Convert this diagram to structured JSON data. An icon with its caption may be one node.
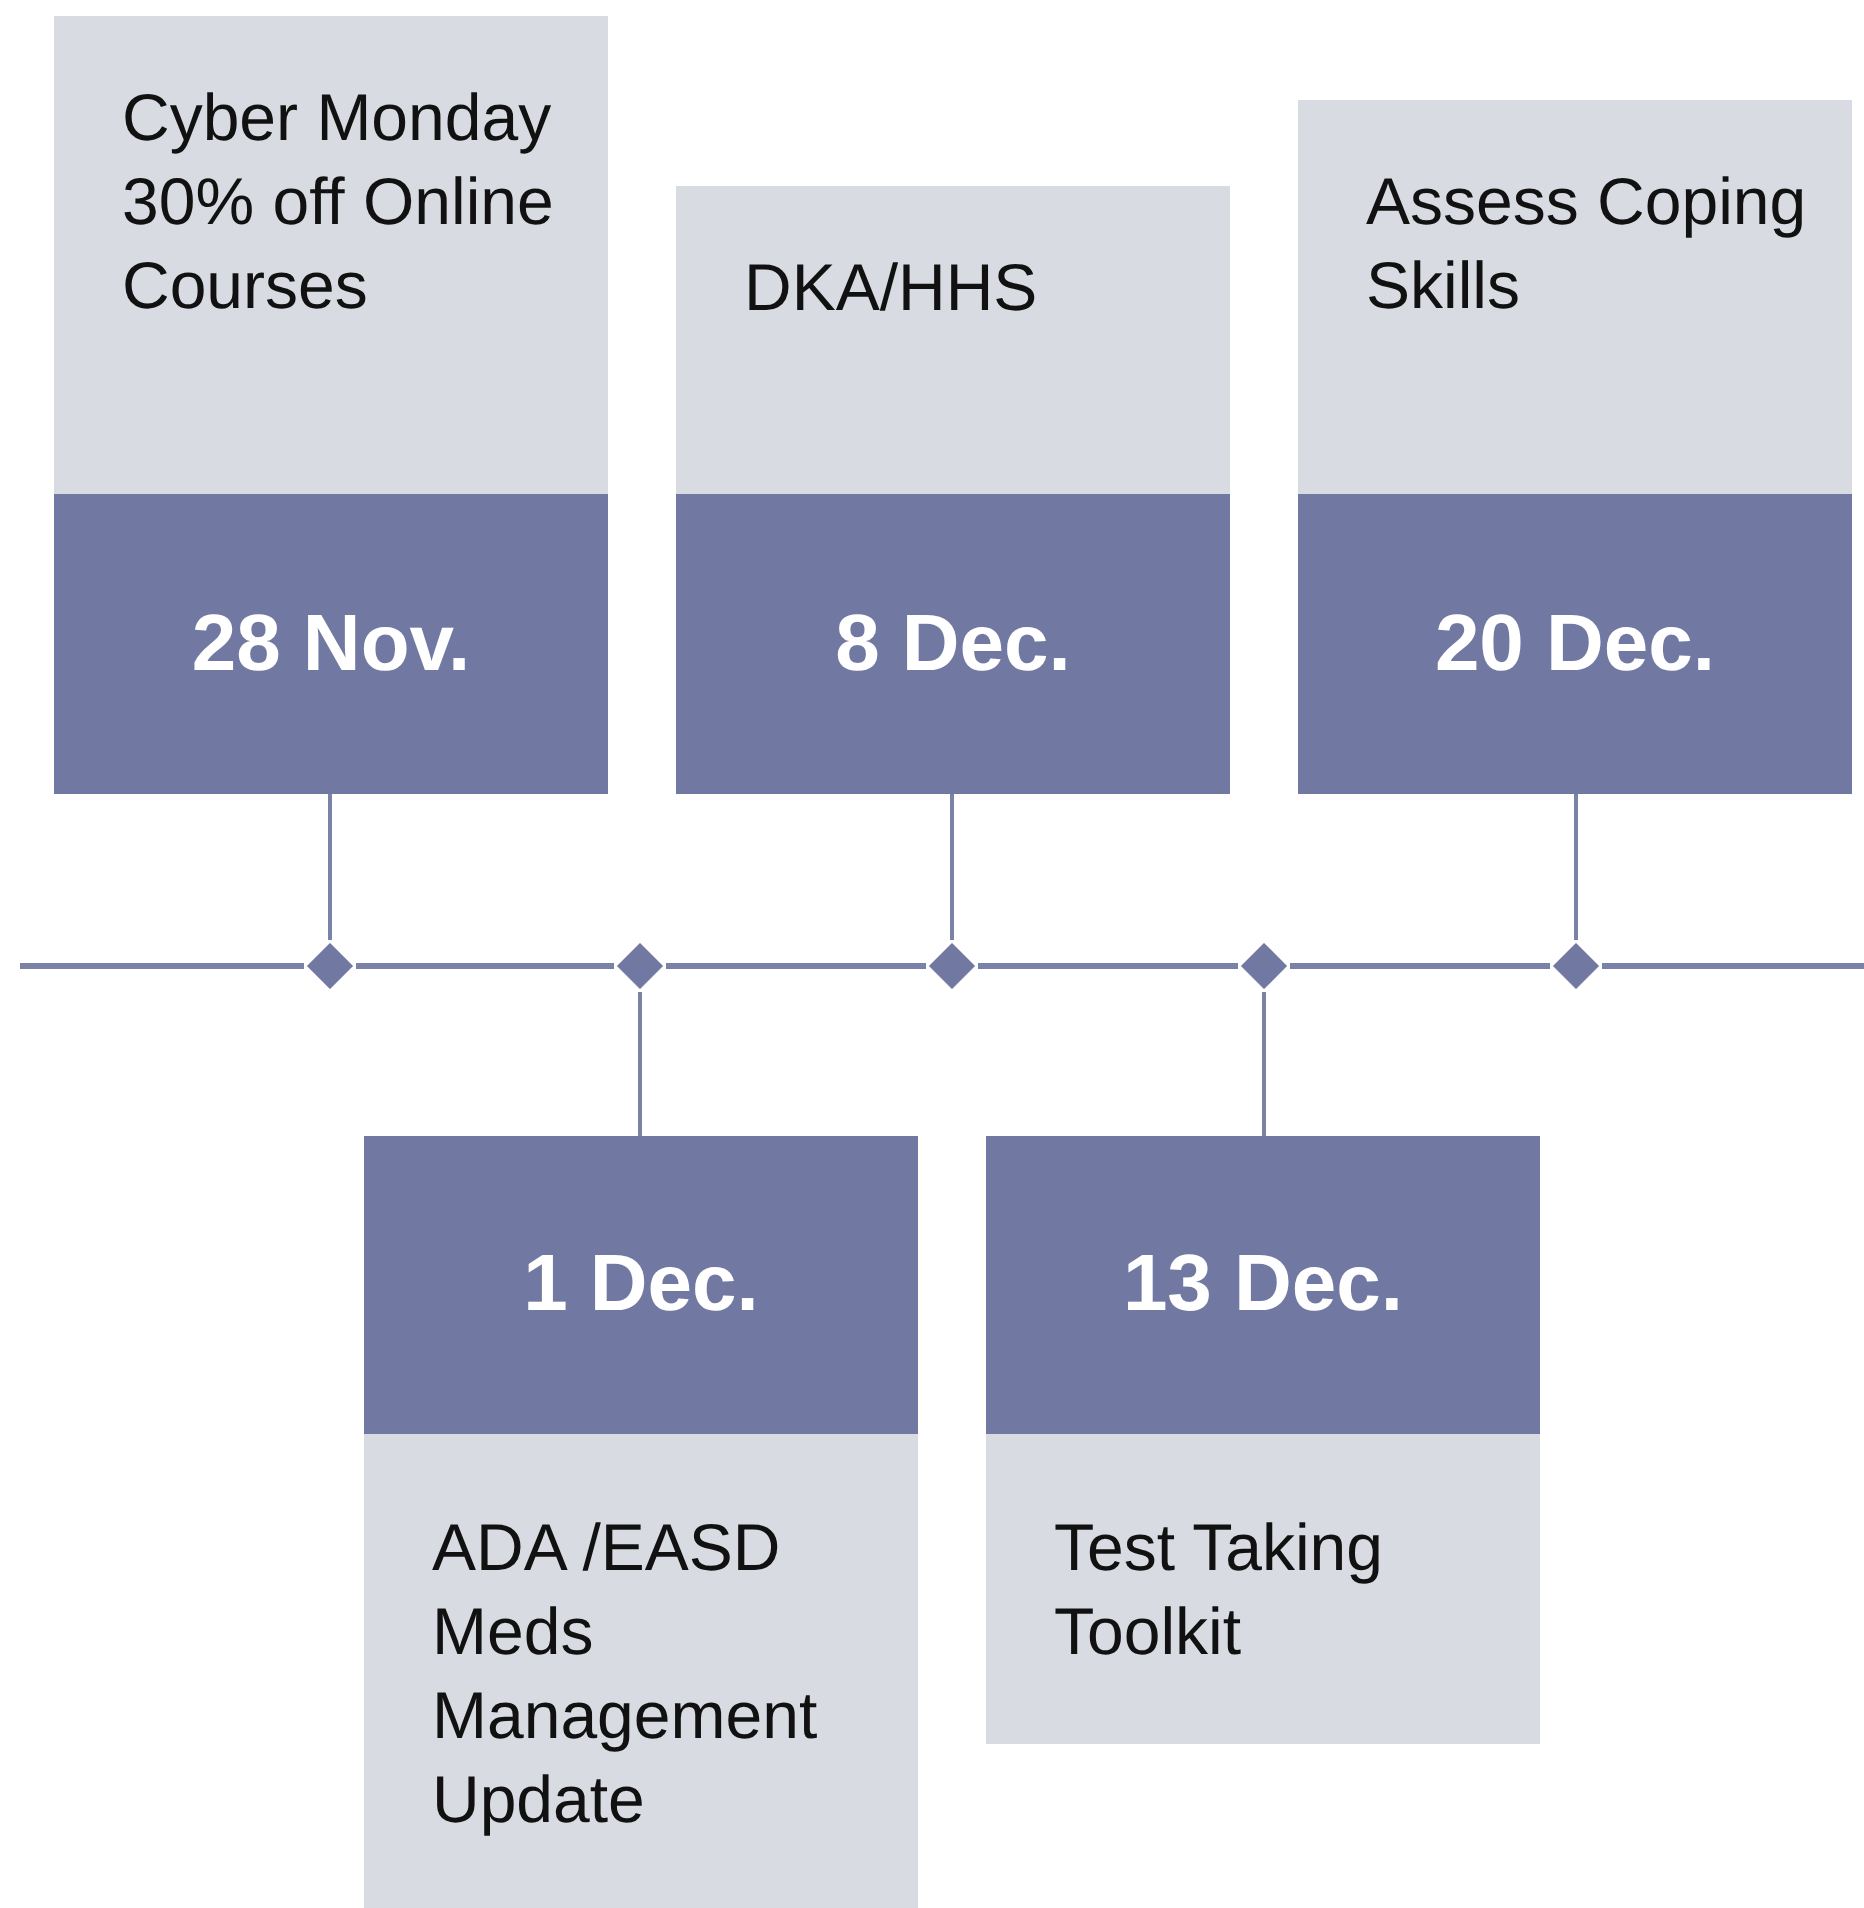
{
  "diagram": {
    "nodes": [
      {
        "text": [
          "Cyber Monday 30% off Online Courses",
          "28 Nov."
        ]
      },
      {
        "text": [
          "DKA/HHS",
          "8 Dec."
        ]
      },
      {
        "text": [
          "Assess Coping Skills",
          "20 Dec."
        ]
      },
      {
        "text": [],
        "shape": "diamond"
      },
      {
        "text": [],
        "shape": "diamond"
      },
      {
        "text": [],
        "shape": "diamond"
      },
      {
        "text": [],
        "shape": "diamond"
      },
      {
        "text": [],
        "shape": "diamond"
      },
      {
        "text": [
          "1 Dec.",
          "ADA /EASD Meds Management Update"
        ]
      },
      {
        "text": [
          "13 Dec.",
          "Test Taking Toolkit"
        ]
      }
    ],
    "edges": [
      {
        "from": 0,
        "to": 3,
        "arrow": "none"
      },
      {
        "from": 8,
        "to": 4,
        "arrow": "none"
      },
      {
        "from": 1,
        "to": 5,
        "arrow": "none"
      },
      {
        "from": 9,
        "to": 6,
        "arrow": "none"
      },
      {
        "from": 2,
        "to": 7,
        "arrow": "none"
      }
    ]
  }
}
